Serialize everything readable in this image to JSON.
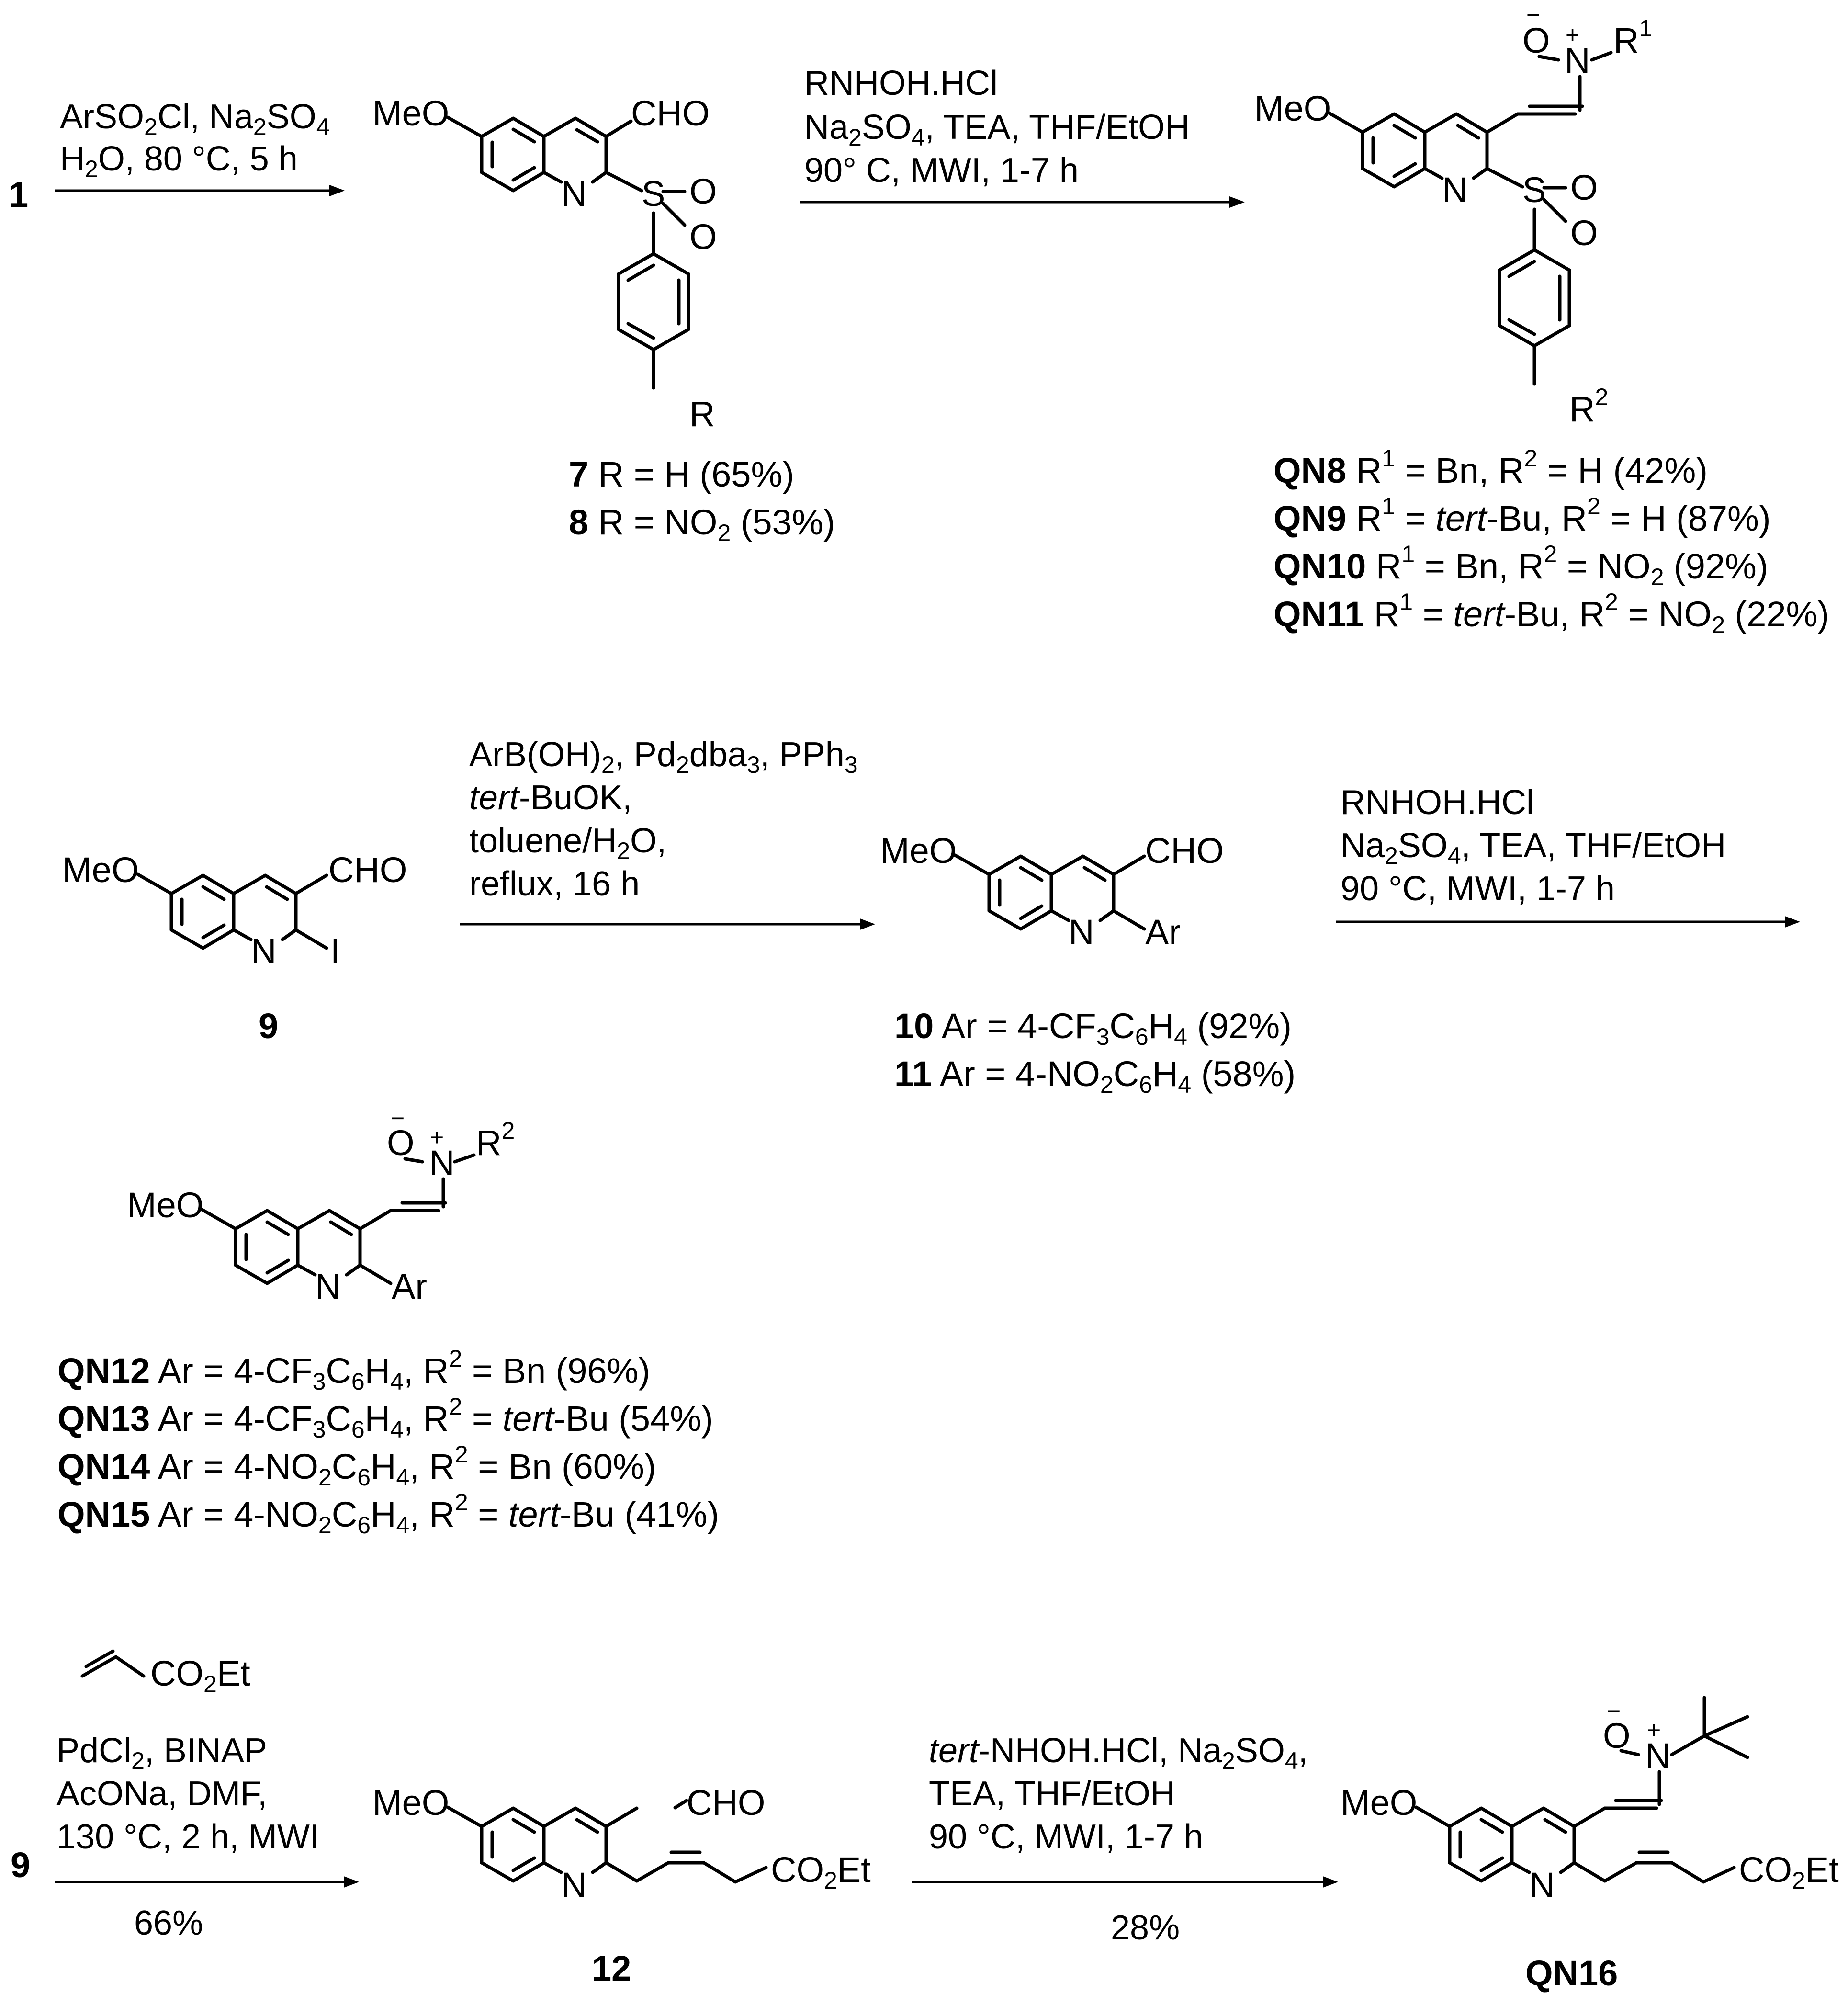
{
  "row1": {
    "start_label": "1",
    "step1_conditions": [
      "ArSO2Cl, Na2SO4",
      "H2O, 80 °C, 5 h"
    ],
    "step2_conditions": [
      "RNHOH.HCl",
      "Na2SO4, TEA, THF/EtOH",
      "90° C, MWI, 1-7 h"
    ],
    "atoms": {
      "meo": "MeO",
      "cho": "CHO",
      "n": "N",
      "s": "S",
      "o": "O",
      "r": "R",
      "r1": "R",
      "r2": "R",
      "o_minus": "O",
      "n_plus": "N"
    },
    "compounds_7_8": [
      {
        "id": "7",
        "desc": "R = H (65%)"
      },
      {
        "id": "8",
        "desc": "R = NO2 (53%)"
      }
    ],
    "products": [
      {
        "id": "QN8",
        "desc": "R1 = Bn, R2 = H (42%)"
      },
      {
        "id": "QN9",
        "desc": "R1 = tert-Bu, R2 = H (87%)"
      },
      {
        "id": "QN10",
        "desc": "R1 = Bn, R2 = NO2 (92%)"
      },
      {
        "id": "QN11",
        "desc": "R1 = tert-Bu, R2 = NO2 (22%)"
      }
    ]
  },
  "row2": {
    "start_label": "9",
    "step1_conditions": [
      "ArB(OH)2, Pd2dba3, PPh3",
      "tert-BuOK,",
      "toluene/H2O,",
      "reflux, 16 h"
    ],
    "step2_conditions": [
      "RNHOH.HCl",
      "Na2SO4, TEA, THF/EtOH",
      "90 °C, MWI, 1-7 h"
    ],
    "atoms": {
      "i": "I",
      "ar": "Ar"
    },
    "compounds_10_11": [
      {
        "id": "10",
        "desc": "Ar =  4-CF3C6H4 (92%)"
      },
      {
        "id": "11",
        "desc": "Ar = 4-NO2C6H4 (58%)"
      }
    ],
    "products": [
      {
        "id": "QN12",
        "desc": "Ar =  4-CF3C6H4, R2 = Bn (96%)"
      },
      {
        "id": "QN13",
        "desc": "Ar =  4-CF3C6H4, R2 = tert-Bu (54%)"
      },
      {
        "id": "QN14",
        "desc": "Ar = 4-NO2C6H4, R2 = Bn (60%)"
      },
      {
        "id": "QN15",
        "desc": "Ar = 4-NO2C6H4, R2 = tert-Bu (41%)"
      }
    ]
  },
  "row3": {
    "start_label": "9",
    "reagent_atom": "CO2Et",
    "step1_conditions": [
      "PdCl2, BINAP",
      "AcONa, DMF,",
      "130 °C, 2 h, MWI"
    ],
    "step1_yield": "66%",
    "step2_conditions": [
      "tert-NHOH.HCl, Na2SO4,",
      "TEA, THF/EtOH",
      "90 °C, MWI, 1-7 h"
    ],
    "step2_yield": "28%",
    "compound_12": "12",
    "product": "QN16",
    "ester_atom": "CO2Et"
  }
}
